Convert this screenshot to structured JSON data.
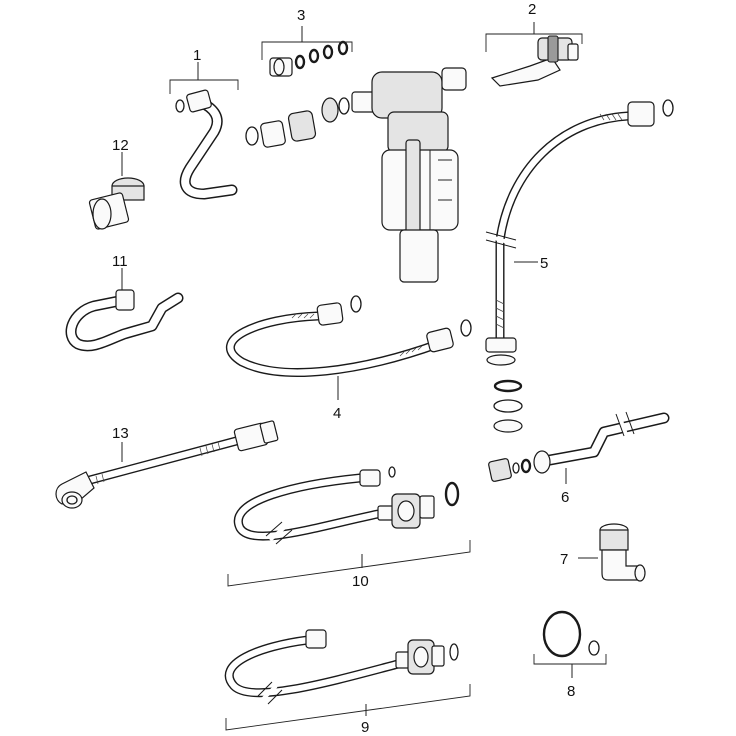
{
  "callouts": [
    {
      "id": "1",
      "text": "1"
    },
    {
      "id": "2",
      "text": "2"
    },
    {
      "id": "3",
      "text": "3"
    },
    {
      "id": "4",
      "text": "4"
    },
    {
      "id": "5",
      "text": "5"
    },
    {
      "id": "6",
      "text": "6"
    },
    {
      "id": "7",
      "text": "7"
    },
    {
      "id": "8",
      "text": "8"
    },
    {
      "id": "9",
      "text": "9"
    },
    {
      "id": "10",
      "text": "10"
    },
    {
      "id": "11",
      "text": "11"
    },
    {
      "id": "12",
      "text": "12"
    },
    {
      "id": "13",
      "text": "13"
    }
  ],
  "colors": {
    "line": "#1a1a1a",
    "background": "#ffffff",
    "shade": "#e4e4e4"
  }
}
